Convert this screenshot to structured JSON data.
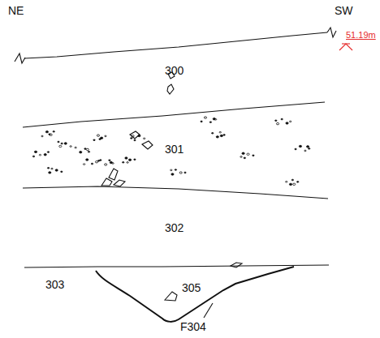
{
  "diagram": {
    "labels": [
      "NE",
      "SW",
      "51.19m",
      "300",
      "301",
      "302",
      "303",
      "305",
      "F304"
    ]
  }
}
